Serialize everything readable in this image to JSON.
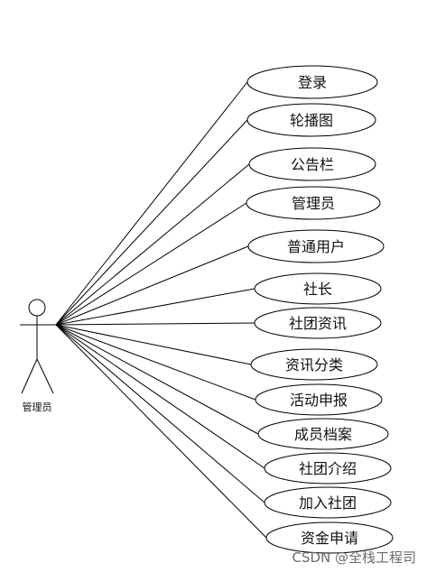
{
  "actor": {
    "label": "管理员"
  },
  "use_cases": [
    {
      "label": "登录"
    },
    {
      "label": "轮播图"
    },
    {
      "label": "公告栏"
    },
    {
      "label": "管理员"
    },
    {
      "label": "普通用户"
    },
    {
      "label": "社长"
    },
    {
      "label": "社团资讯"
    },
    {
      "label": "资讯分类"
    },
    {
      "label": "活动申报"
    },
    {
      "label": "成员档案"
    },
    {
      "label": "社团介绍"
    },
    {
      "label": "加入社团"
    },
    {
      "label": "资金申请"
    }
  ],
  "watermark": "CSDN @全栈工程司",
  "colors": {
    "stroke": "#000000",
    "background": "#ffffff",
    "watermark": "#6b6b6b"
  }
}
